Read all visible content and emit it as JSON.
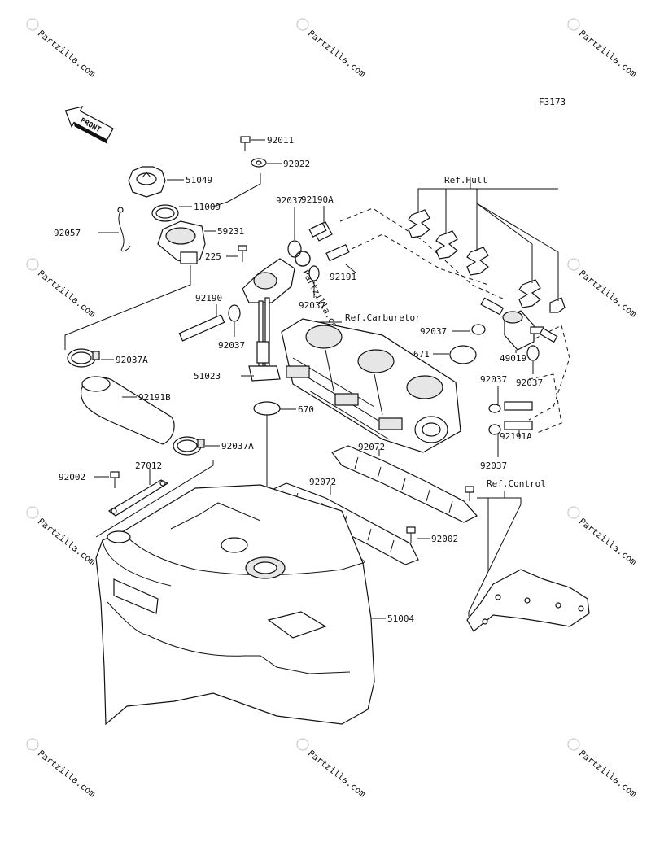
{
  "diagram_id": "F3173",
  "front_label": "FRONT",
  "watermark_text": "Partzilla.com",
  "callouts": {
    "p92011": "92011",
    "p92022": "92022",
    "p51049": "51049",
    "p11009": "11009",
    "p92057": "92057",
    "p59231": "59231",
    "p225": "225",
    "p92037_a": "92037",
    "p92190a": "92190A",
    "p92191": "92191",
    "p92037_b": "92037",
    "p92190": "92190",
    "p92037_c": "92037",
    "p92037a_top": "92037A",
    "p51023": "51023",
    "p92191b": "92191B",
    "p670": "670",
    "p671": "671",
    "p92037_d": "92037",
    "p49019": "49019",
    "p92037_e": "92037",
    "p92037_f": "92037",
    "p92191a": "92191A",
    "p92037_g": "92037",
    "p92037a_bottom": "92037A",
    "p92072_right": "92072",
    "p92072_left": "92072",
    "p92002_left": "92002",
    "p27012": "27012",
    "p92002_right": "92002",
    "p51004": "51004"
  },
  "references": {
    "hull": "Ref.Hull",
    "carburetor": "Ref.Carburetor",
    "control": "Ref.Control"
  }
}
